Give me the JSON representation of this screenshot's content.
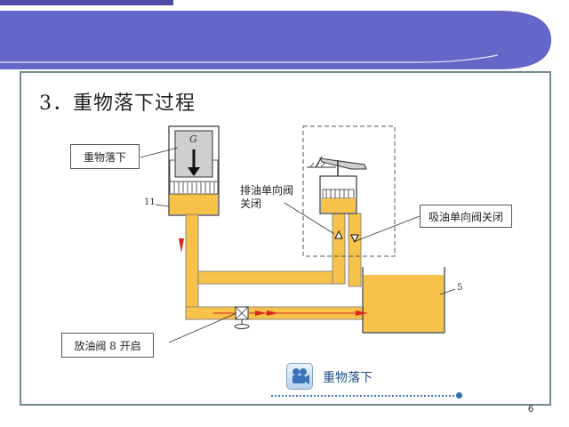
{
  "title": "3．重物落下过程",
  "labels": {
    "weight_falls": "重物落下",
    "part_11": "11",
    "weight_symbol": "G",
    "discharge_valve_line1": "排油单向阀",
    "discharge_valve_line2": "关闭",
    "suction_valve": "吸油单向阀关闭",
    "tank_number": "5",
    "drain_valve": "放油阀 8 开启"
  },
  "play_button": {
    "label": "重物落下",
    "icon": "video-camera-icon"
  },
  "page_number": "6",
  "colors": {
    "banner_purple": "#6466c8",
    "oil_yellow": "#f7c24a",
    "flow_arrow_red": "#d8261e",
    "frame": "#6f8a8f"
  }
}
